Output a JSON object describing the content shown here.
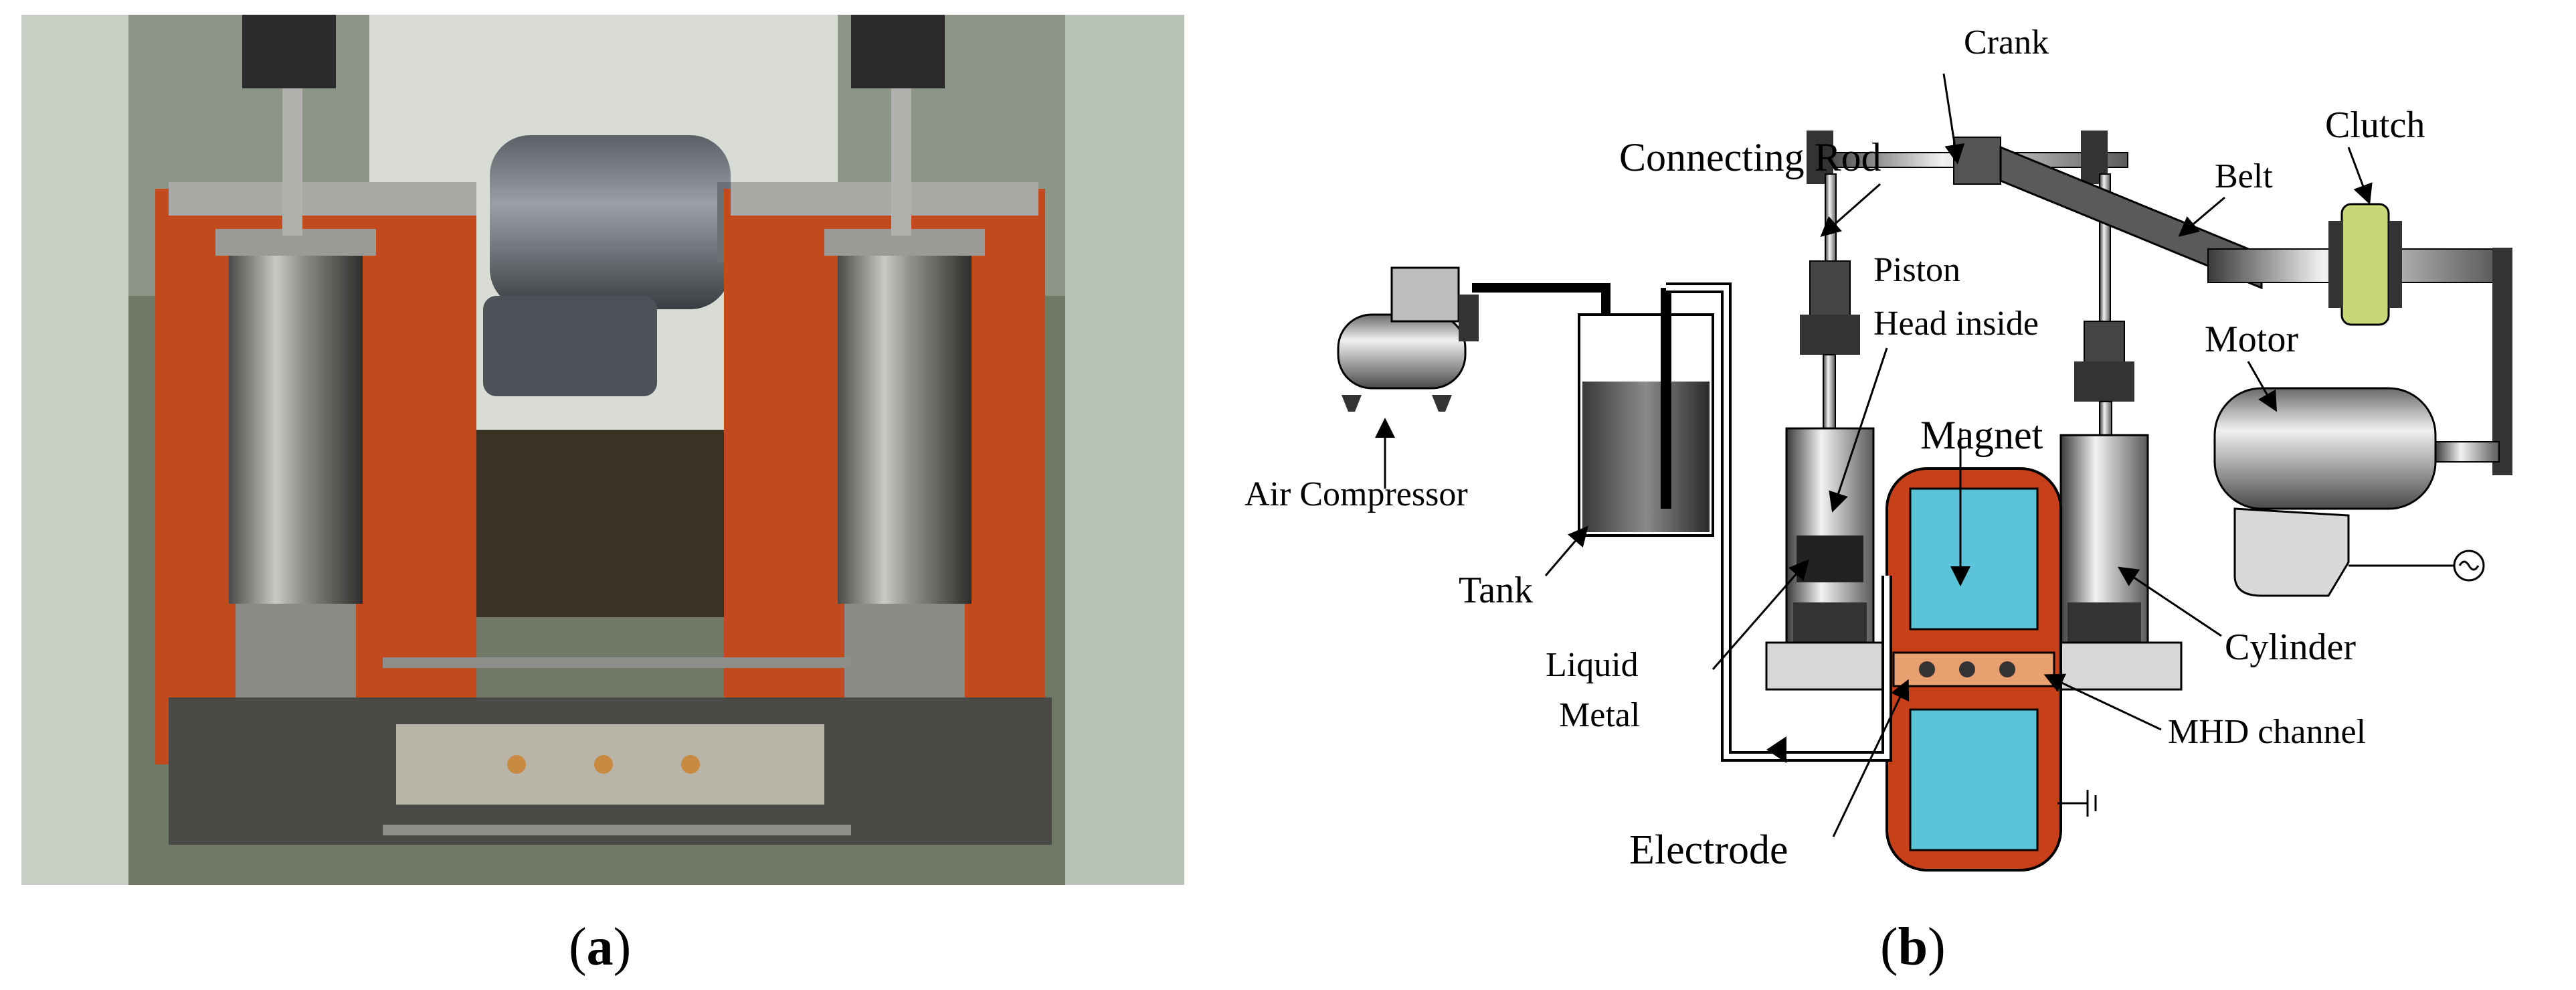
{
  "captions": {
    "a_letter": "a",
    "b_letter": "b"
  },
  "labels": {
    "crank": "Crank",
    "clutch": "Clutch",
    "connecting_rod": "Connecting Rod",
    "belt": "Belt",
    "piston_line1": "Piston",
    "piston_line2": "Head inside",
    "motor": "Motor",
    "magnet": "Magnet",
    "air_compressor": "Air Compressor",
    "tank": "Tank",
    "cylinder": "Cylinder",
    "liquid_line1": "Liquid",
    "liquid_line2": "Metal",
    "mhd_channel": "MHD channel",
    "electrode": "Electrode"
  },
  "colors": {
    "magnet_frame": "#c8401a",
    "magnet_core": "#5bc4d8",
    "clutch": "#c8d878",
    "channel_copper": "#e8a070",
    "orange_panel": "#c24a1c",
    "photo_bg": "#6e7a62"
  }
}
